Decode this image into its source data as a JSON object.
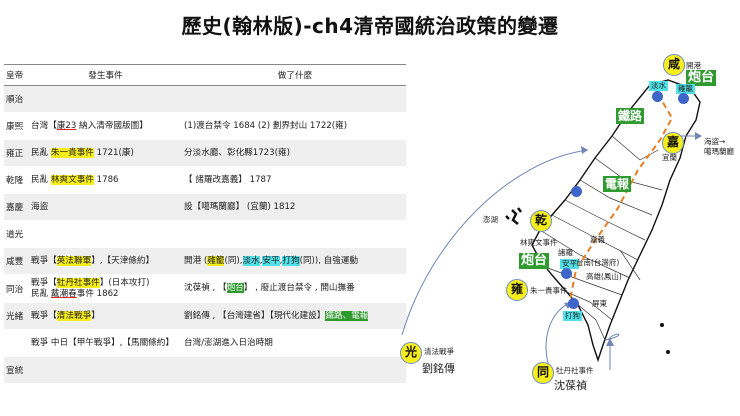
{
  "title": "歷史(翰林版)-ch4清帝國統治政策的變遷",
  "table": {
    "headers": {
      "era": "皇帝",
      "event": "發生事件",
      "action": "做了什麼"
    },
    "rows": [
      {
        "era": "順治",
        "event": [],
        "action": []
      },
      {
        "era": "康熙",
        "event": [
          "台灣【",
          "康23",
          " 納入清帝國版圖】"
        ],
        "action": [
          "(1)渡台禁令 1684 (2) 劃界封山 1722(雍)"
        ]
      },
      {
        "era": "雍正",
        "event": [
          "民亂 ",
          "朱一貴事件",
          " 1721(康)"
        ],
        "action": [
          "分淡水廳、彰化縣1723(雍)"
        ]
      },
      {
        "era": "乾隆",
        "event": [
          "民亂 ",
          "林爽文事件",
          " 1786"
        ],
        "action": [
          "【 諸羅改嘉義】 1787"
        ]
      },
      {
        "era": "嘉慶",
        "event": [
          "海盜"
        ],
        "action": [
          "設【噶瑪蘭廳】 (宜蘭) 1812"
        ]
      },
      {
        "era": "道光",
        "event": [],
        "action": []
      },
      {
        "era": "咸豐",
        "event": [
          "戰爭【",
          "英法聯軍",
          "】,【天津條約】"
        ],
        "action": [
          "開港 (",
          "雞籠",
          "(同),",
          "淡水",
          ",",
          "安平",
          ",",
          "打狗",
          "(同)), 自強運動"
        ]
      },
      {
        "era": "同治",
        "event": [
          "戰爭【",
          "牡丹社事件",
          "】(日本攻打)"
        ],
        "event2": [
          "民亂 ",
          "戴潮春",
          "事件 1862"
        ],
        "action": [
          "沈葆禎 , 【",
          "炮台",
          "】 , 廢止渡台禁令 , 開山撫番"
        ]
      },
      {
        "era": "光緒",
        "event": [
          "戰爭【",
          "清法戰爭",
          "】"
        ],
        "action": [
          "劉銘傳 , 【台灣建省】【現代化建設】",
          "鐵路、電報"
        ]
      },
      {
        "era": "",
        "event": [
          "戰爭 中日【甲午戰爭】,【馬關條約】"
        ],
        "action": [
          "台灣/澎湖進入日治時期"
        ]
      },
      {
        "era": "宣統",
        "event": [],
        "action": []
      }
    ]
  },
  "map": {
    "circle_xian": "咸",
    "circle_jia": "嘉",
    "circle_qian": "乾",
    "circle_yong": "雍",
    "circle_guang": "光",
    "circle_tong": "同",
    "kaigang": "開港",
    "paotai_n": "炮台",
    "danshui": "淡水",
    "jilong": "雞籠",
    "tielu": "鐵路",
    "dianbao": "電報",
    "jiayi_note": "海盜→",
    "jiayi_note2": "噶瑪蘭廳",
    "yilan": "宜蘭",
    "penghu": "澎湖",
    "linshuangwen": "林爽文事件",
    "zhangye": "諸羅",
    "jiayi_city": "嘉義",
    "paotai_s": "炮台",
    "anping": "安平",
    "tainan": "台南(台灣府)",
    "kaohsiung": "高雄(鳳山)",
    "zhuyigui": "朱一貴事件",
    "pingtung": "屏東",
    "dagou": "打狗",
    "qingfa": "清法戰爭",
    "liumingchuan": "劉銘傳",
    "mudanshe": "牡丹社事件",
    "shenbaozhen": "沈葆禎"
  }
}
